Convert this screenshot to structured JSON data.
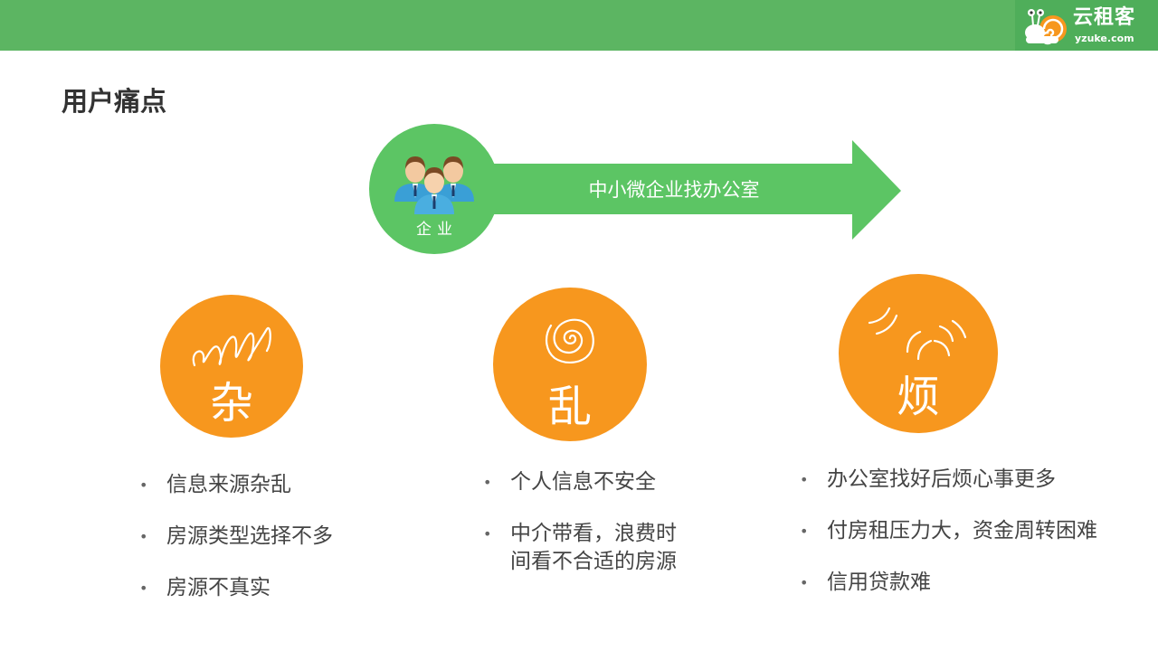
{
  "brand": {
    "name": "云租客",
    "url": "yzuke.com"
  },
  "page": {
    "title": "用户痛点"
  },
  "enterprise": {
    "label": "企业",
    "arrow_text": "中小微企业找办公室"
  },
  "pain_points": [
    {
      "label": "杂",
      "icon": "scribble-icon",
      "items": [
        "信息来源杂乱",
        "房源类型选择不多",
        "房源不真实"
      ]
    },
    {
      "label": "乱",
      "icon": "spiral-icon",
      "items": [
        "个人信息不安全",
        "中介带看，浪费时",
        "间看不合适的房源"
      ]
    },
    {
      "label": "烦",
      "icon": "annoyed-icon",
      "items": [
        "办公室找好后烦心事更多",
        "付房租压力大，资金周转困难",
        "信用贷款难"
      ]
    }
  ],
  "colors": {
    "header_green": "#5cb562",
    "arrow_green": "#5cc564",
    "orange": "#f7971e",
    "text": "#444444"
  }
}
